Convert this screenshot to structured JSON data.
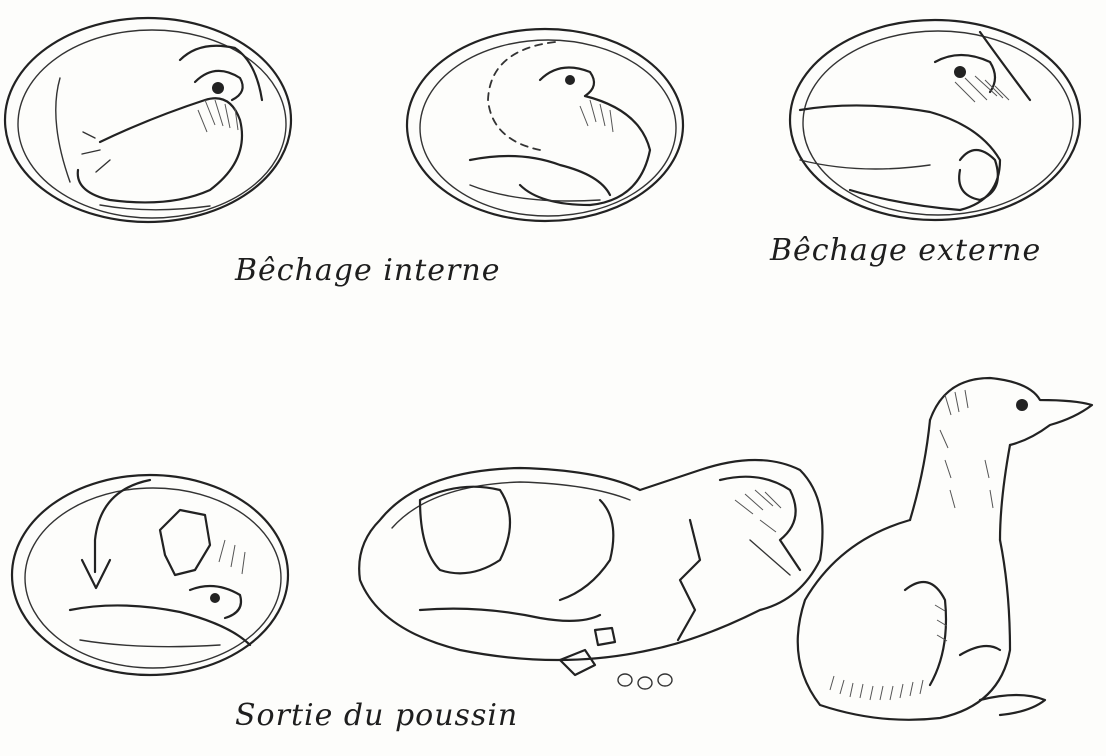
{
  "captions": {
    "internal_pipping": "Bêchage interne",
    "external_pipping": "Bêchage externe",
    "chick_exit": "Sortie du poussin"
  },
  "colors": {
    "ink": "#222222",
    "paper": "#fdfdfb"
  }
}
